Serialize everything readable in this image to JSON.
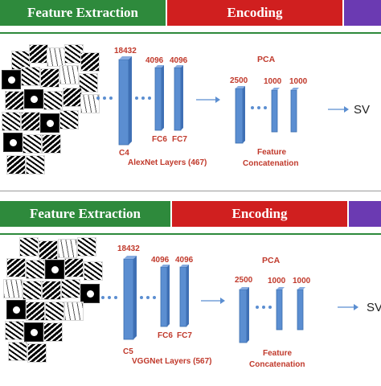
{
  "panels": [
    {
      "header": {
        "feature_extraction": "Feature Extraction",
        "encoding": "Encoding"
      },
      "layers": {
        "c_size": "18432",
        "fc6_size": "4096",
        "fc7_size": "4096",
        "c_label": "C4",
        "fc6_label": "FC6",
        "fc7_label": "FC7",
        "network_label": "AlexNet Layers (467)"
      },
      "pca": {
        "title": "PCA",
        "input_size": "2500",
        "out1_size": "1000",
        "out2_size": "1000",
        "caption_line1": "Feature",
        "caption_line2": "Concatenation"
      },
      "classifier": "SV"
    },
    {
      "header": {
        "feature_extraction": "Feature Extraction",
        "encoding": "Encoding"
      },
      "layers": {
        "c_size": "18432",
        "fc6_size": "4096",
        "fc7_size": "4096",
        "c_label": "C5",
        "fc6_label": "FC6",
        "fc7_label": "FC7",
        "network_label": "VGGNet Layers (567)"
      },
      "pca": {
        "title": "PCA",
        "input_size": "2500",
        "out1_size": "1000",
        "out2_size": "1000",
        "caption_line1": "Feature",
        "caption_line2": "Concatenation"
      },
      "classifier": "SV"
    }
  ],
  "colors": {
    "feature_extraction": "#2e8a3c",
    "encoding": "#d01f1f",
    "third_stage": "#6b3ab2",
    "layer_bar": "#5b8ed1",
    "label_red": "#c0392b"
  }
}
